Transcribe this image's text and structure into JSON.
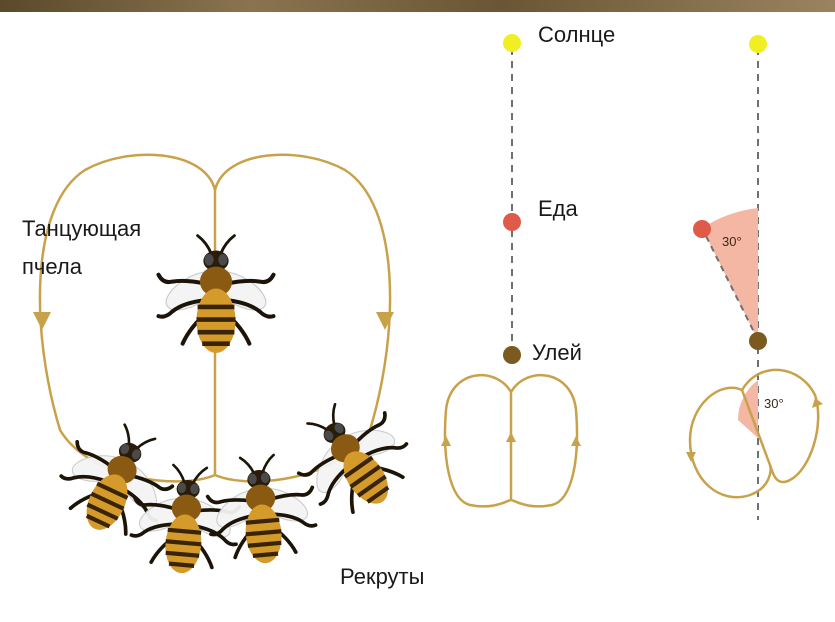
{
  "labels": {
    "dancer_line1": "Танцующая",
    "dancer_line2": "пчела",
    "recruits": "Рекруты",
    "sun": "Солнце",
    "food": "Еда",
    "hive": "Улей",
    "angle_top": "30°",
    "angle_bottom": "30°"
  },
  "colors": {
    "path": "#c8a24a",
    "sun": "#f2ee24",
    "food": "#e05a4a",
    "hive": "#7a5a1e",
    "angle_fill": "#f4b7a4",
    "dashed": "#707070",
    "bee_stripe": "#b07818",
    "bee_dark": "#1c1408"
  },
  "angle_degrees": 30
}
